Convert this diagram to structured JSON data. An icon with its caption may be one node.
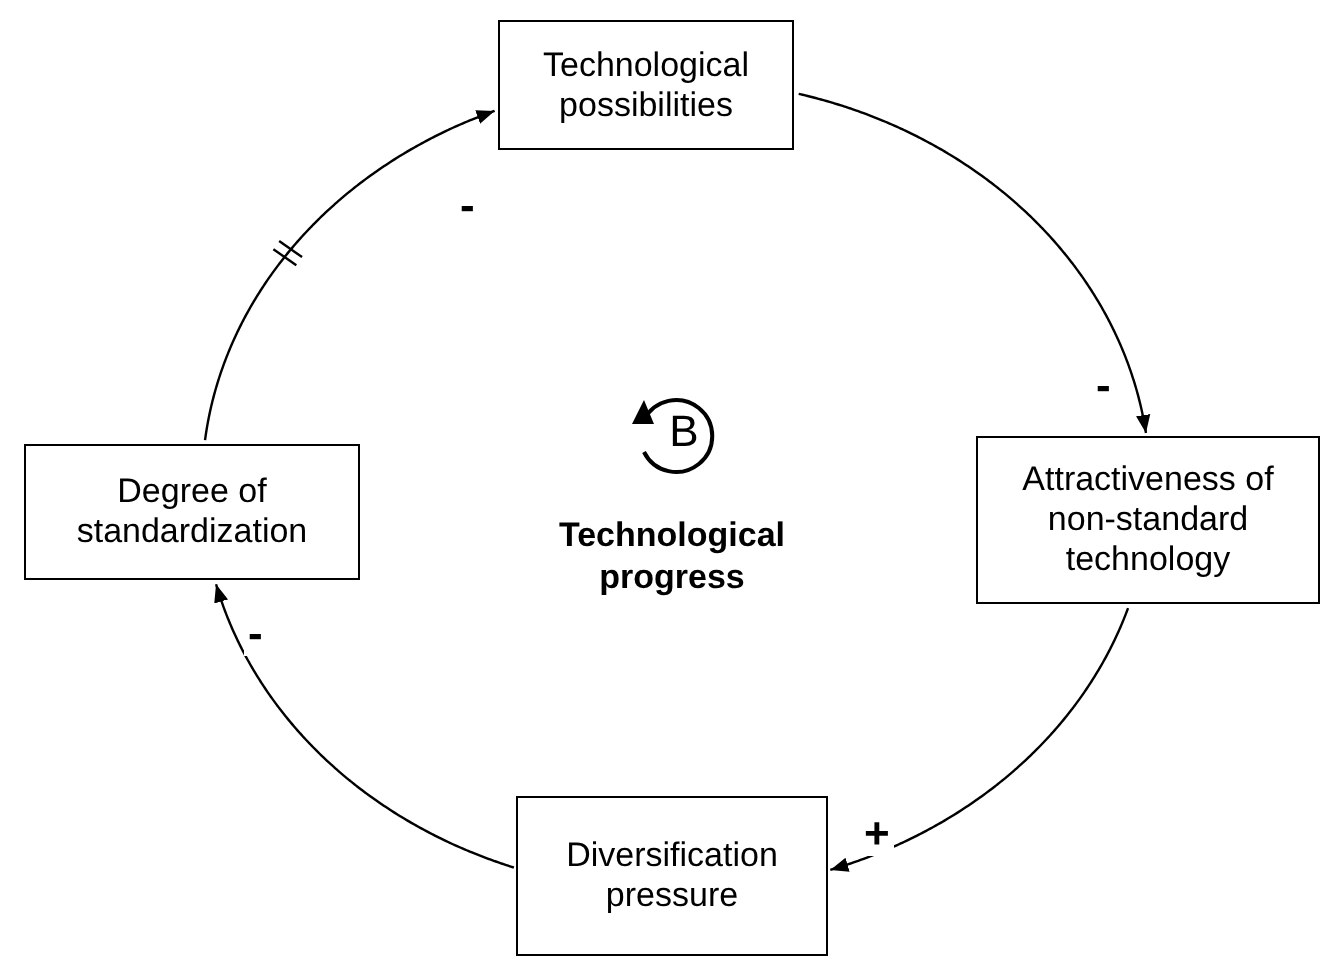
{
  "diagram": {
    "nodes": [
      {
        "text": [
          "Technological possibilities"
        ]
      },
      {
        "text": [
          "Attractiveness of non-standard technology"
        ]
      },
      {
        "text": [
          "Diversification pressure"
        ]
      },
      {
        "text": [
          "Degree of standardization"
        ]
      }
    ],
    "edges": [
      {
        "from": 0,
        "to": 1,
        "arrow": "to",
        "label": "-"
      },
      {
        "from": 1,
        "to": 2,
        "arrow": "to",
        "label": "+"
      },
      {
        "from": 2,
        "to": 3,
        "arrow": "to",
        "label": "-"
      },
      {
        "from": 3,
        "to": 0,
        "arrow": "to",
        "label": "-"
      }
    ],
    "labels": [
      "B",
      "Technological progress"
    ]
  }
}
